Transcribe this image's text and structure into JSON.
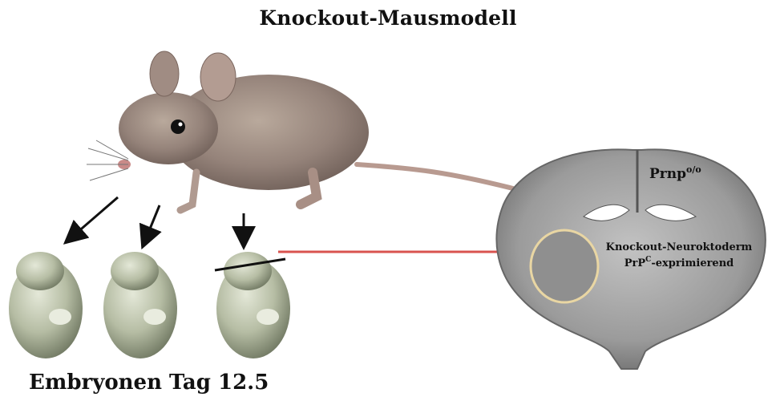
{
  "title": "Knockout-Mausmodell",
  "embryo_label": "Embryonen Tag 12.5",
  "brain": {
    "genotype_base": "Prnp",
    "genotype_sup": "o/o",
    "graft_line1": "Knockout-Neuroktoderm",
    "graft_line2_prefix": "PrP",
    "graft_line2_sup": "C",
    "graft_line2_suffix": "-exprimierend"
  },
  "colors": {
    "arrow": "#111111",
    "transfer_arrow": "#d9534f",
    "mouse_fur": "#9c8a7d",
    "embryo": "#b8bfa6",
    "brain_tissue": "#9a9a9a"
  }
}
